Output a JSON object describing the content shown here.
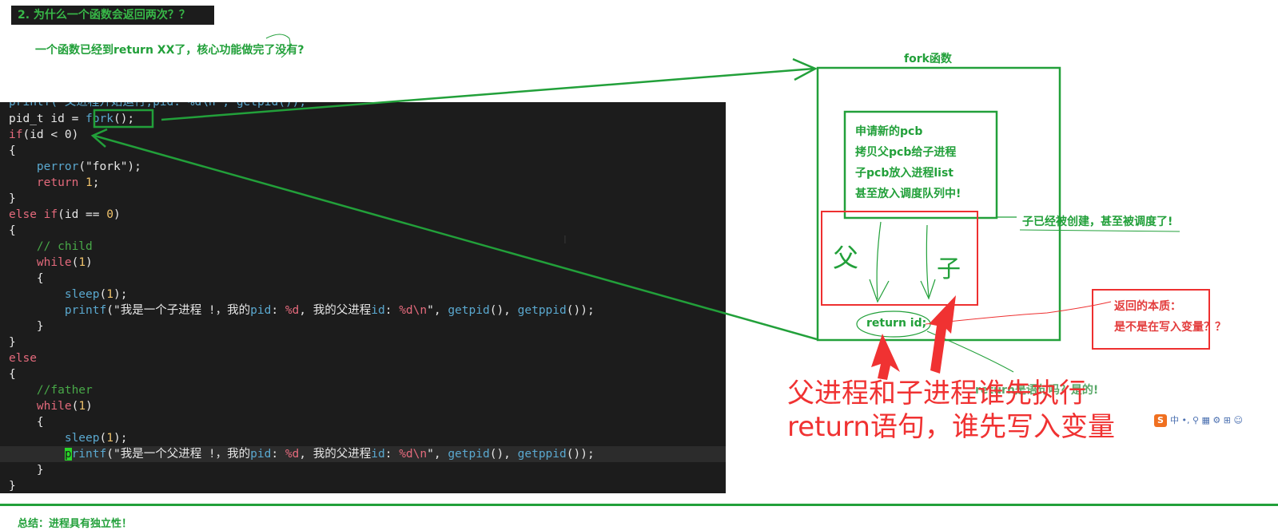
{
  "heading": {
    "title": "2. 为什么一个函数会返回两次？？"
  },
  "question": "一个函数已经到return XX了，核心功能做完了没有?",
  "code": {
    "partial_top": "printf(\"父进程开始运行,pid: %d\\n\", getpid());",
    "line1_type": "pid_t",
    "line1_rest": " id = ",
    "fork_call": "fork",
    "line1_end": "();",
    "if_kw": "if",
    "if_cond": "(id < 0)",
    "brace_open": "{",
    "brace_close": "}",
    "perror_fn": "perror",
    "perror_arg": "(\"fork\");",
    "return_kw": "return",
    "return_val": "1",
    "semicolon": ";",
    "else_kw": "else",
    "elseif_cond": "(id == ",
    "elseif_num": "0",
    "elseif_close": ")",
    "comment_child": "// child",
    "comment_father": "//father",
    "while_kw": "while",
    "while_arg": "1",
    "sleep_fn": "sleep",
    "sleep_arg": "1",
    "printf_fn": "printf",
    "printf_cursor": "p",
    "printf_rest_fn": "rintf",
    "child_str_a": "(\"我是一个子进程 !，我的",
    "father_str_a": "(\"我是一个父进程 !，我的",
    "pid_kw": "pid",
    "fmt_sep": ": ",
    "fmt_d": "%d",
    "mid_str": ", 我的父进程",
    "id_kw": "id",
    "fmt_dn": "%d\\n",
    "str_end": "\", ",
    "getpid_fn": "getpid",
    "getppid_fn": "getppid",
    "call_end": "(), ",
    "final_end": "());"
  },
  "diagram": {
    "fork_title": "fork函数",
    "inner_box_lines": [
      "申请新的pcb",
      "拷贝父pcb给子进程",
      "子pcb放入进程list",
      "甚至放入调度队列中!"
    ],
    "child_created_note": "子已经被创建，甚至被调度了!",
    "handwritten_parent": "父",
    "handwritten_child": "子",
    "return_label": "return id;",
    "essence_lines": [
      "返回的本质：",
      "是不是在写入变量？？"
    ],
    "partial_note": "return是语句吗？是的!",
    "big_red_lines": [
      "父进程和子进程谁先执行",
      "return语句，谁先写入变量"
    ]
  },
  "bottom": {
    "partial_text": "总结：进程具有独立性！"
  },
  "ime_toolbar": {
    "logo": "S",
    "label": "中 •, ⚲ ▦ ⚙ ⊞ ☺"
  },
  "colors": {
    "green": "#22a03a",
    "red": "#f03232",
    "code_bg": "#1c1c1c"
  }
}
